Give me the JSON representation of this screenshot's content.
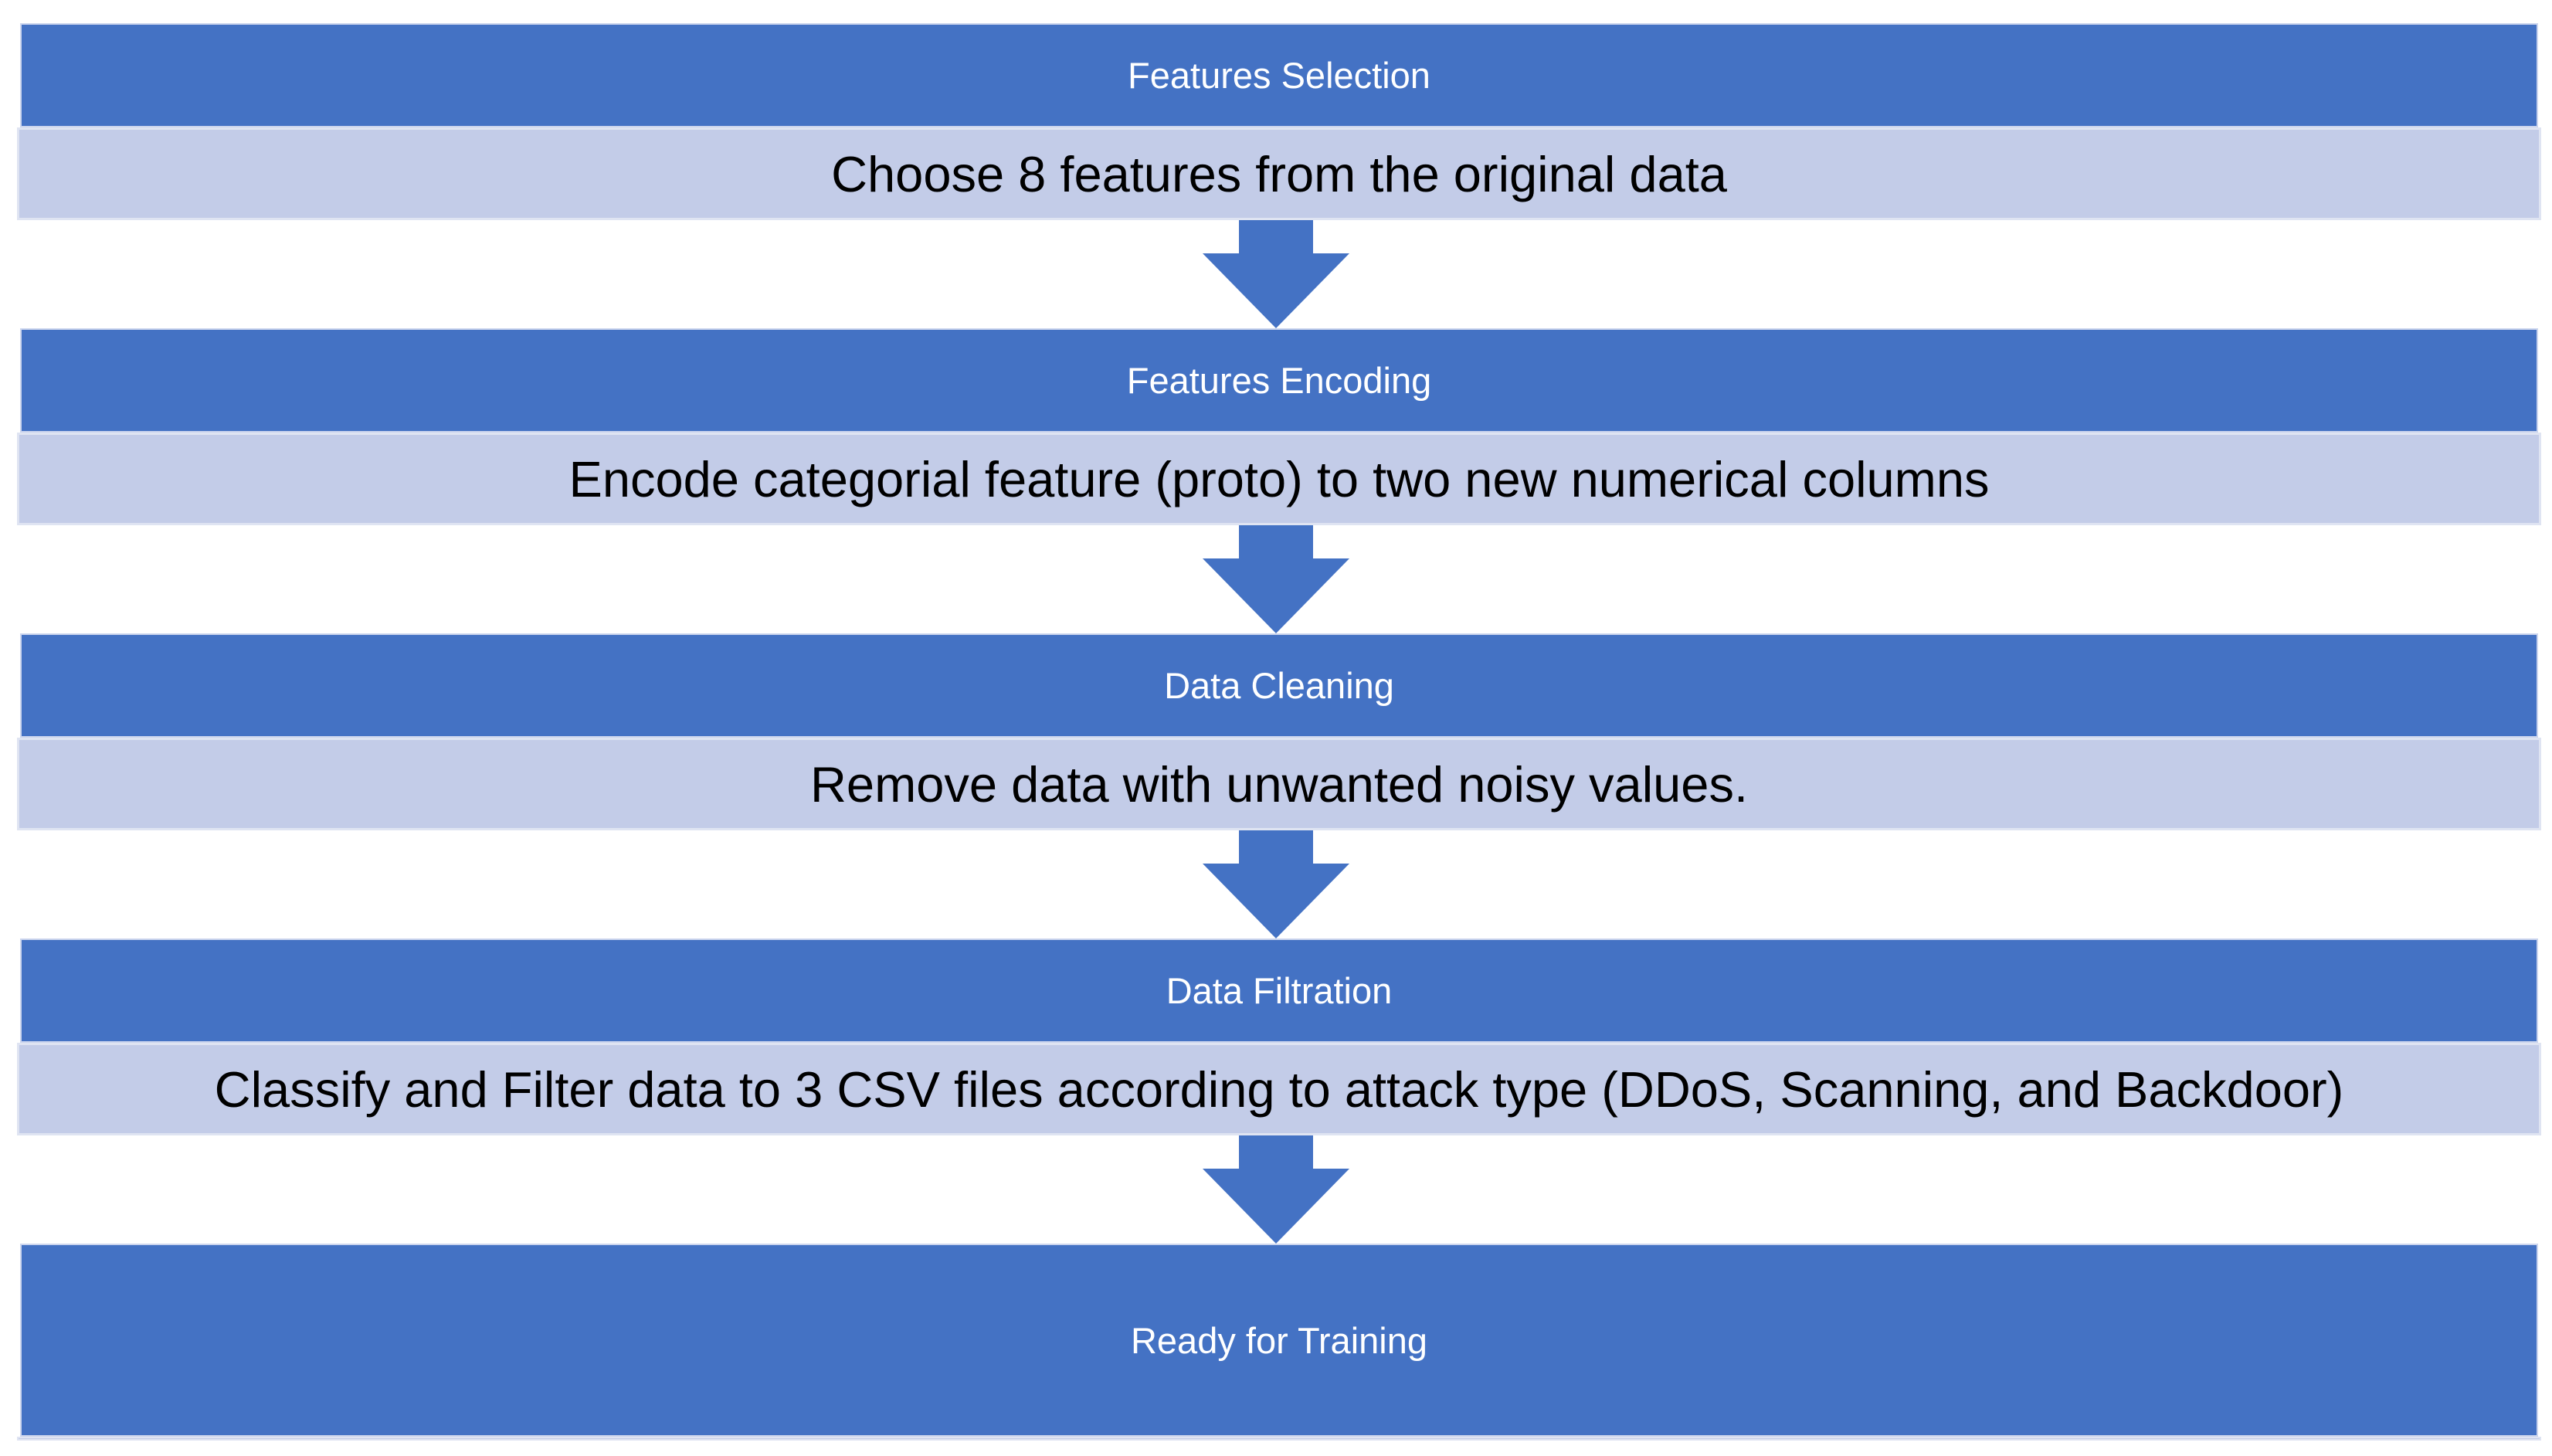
{
  "steps": [
    {
      "header": "Features Selection",
      "body": "Choose 8 features from the original data"
    },
    {
      "header": "Features Encoding",
      "body": "Encode categorial feature (proto) to two new numerical columns"
    },
    {
      "header": "Data Cleaning",
      "body": "Remove data with unwanted noisy values."
    },
    {
      "header": "Data Filtration",
      "body": "Classify and Filter data to 3 CSV files according to attack type (DDoS, Scanning, and Backdoor)"
    },
    {
      "header": "Ready for Training",
      "body": ""
    }
  ],
  "icons": {
    "connector": "down-arrow-icon"
  },
  "colors": {
    "header_fill": "#4472C4",
    "body_fill": "#C3CCE8",
    "arrow_fill": "#4472C4",
    "header_text": "#FFFFFF",
    "body_text": "#000000",
    "background": "#FFFFFF"
  }
}
